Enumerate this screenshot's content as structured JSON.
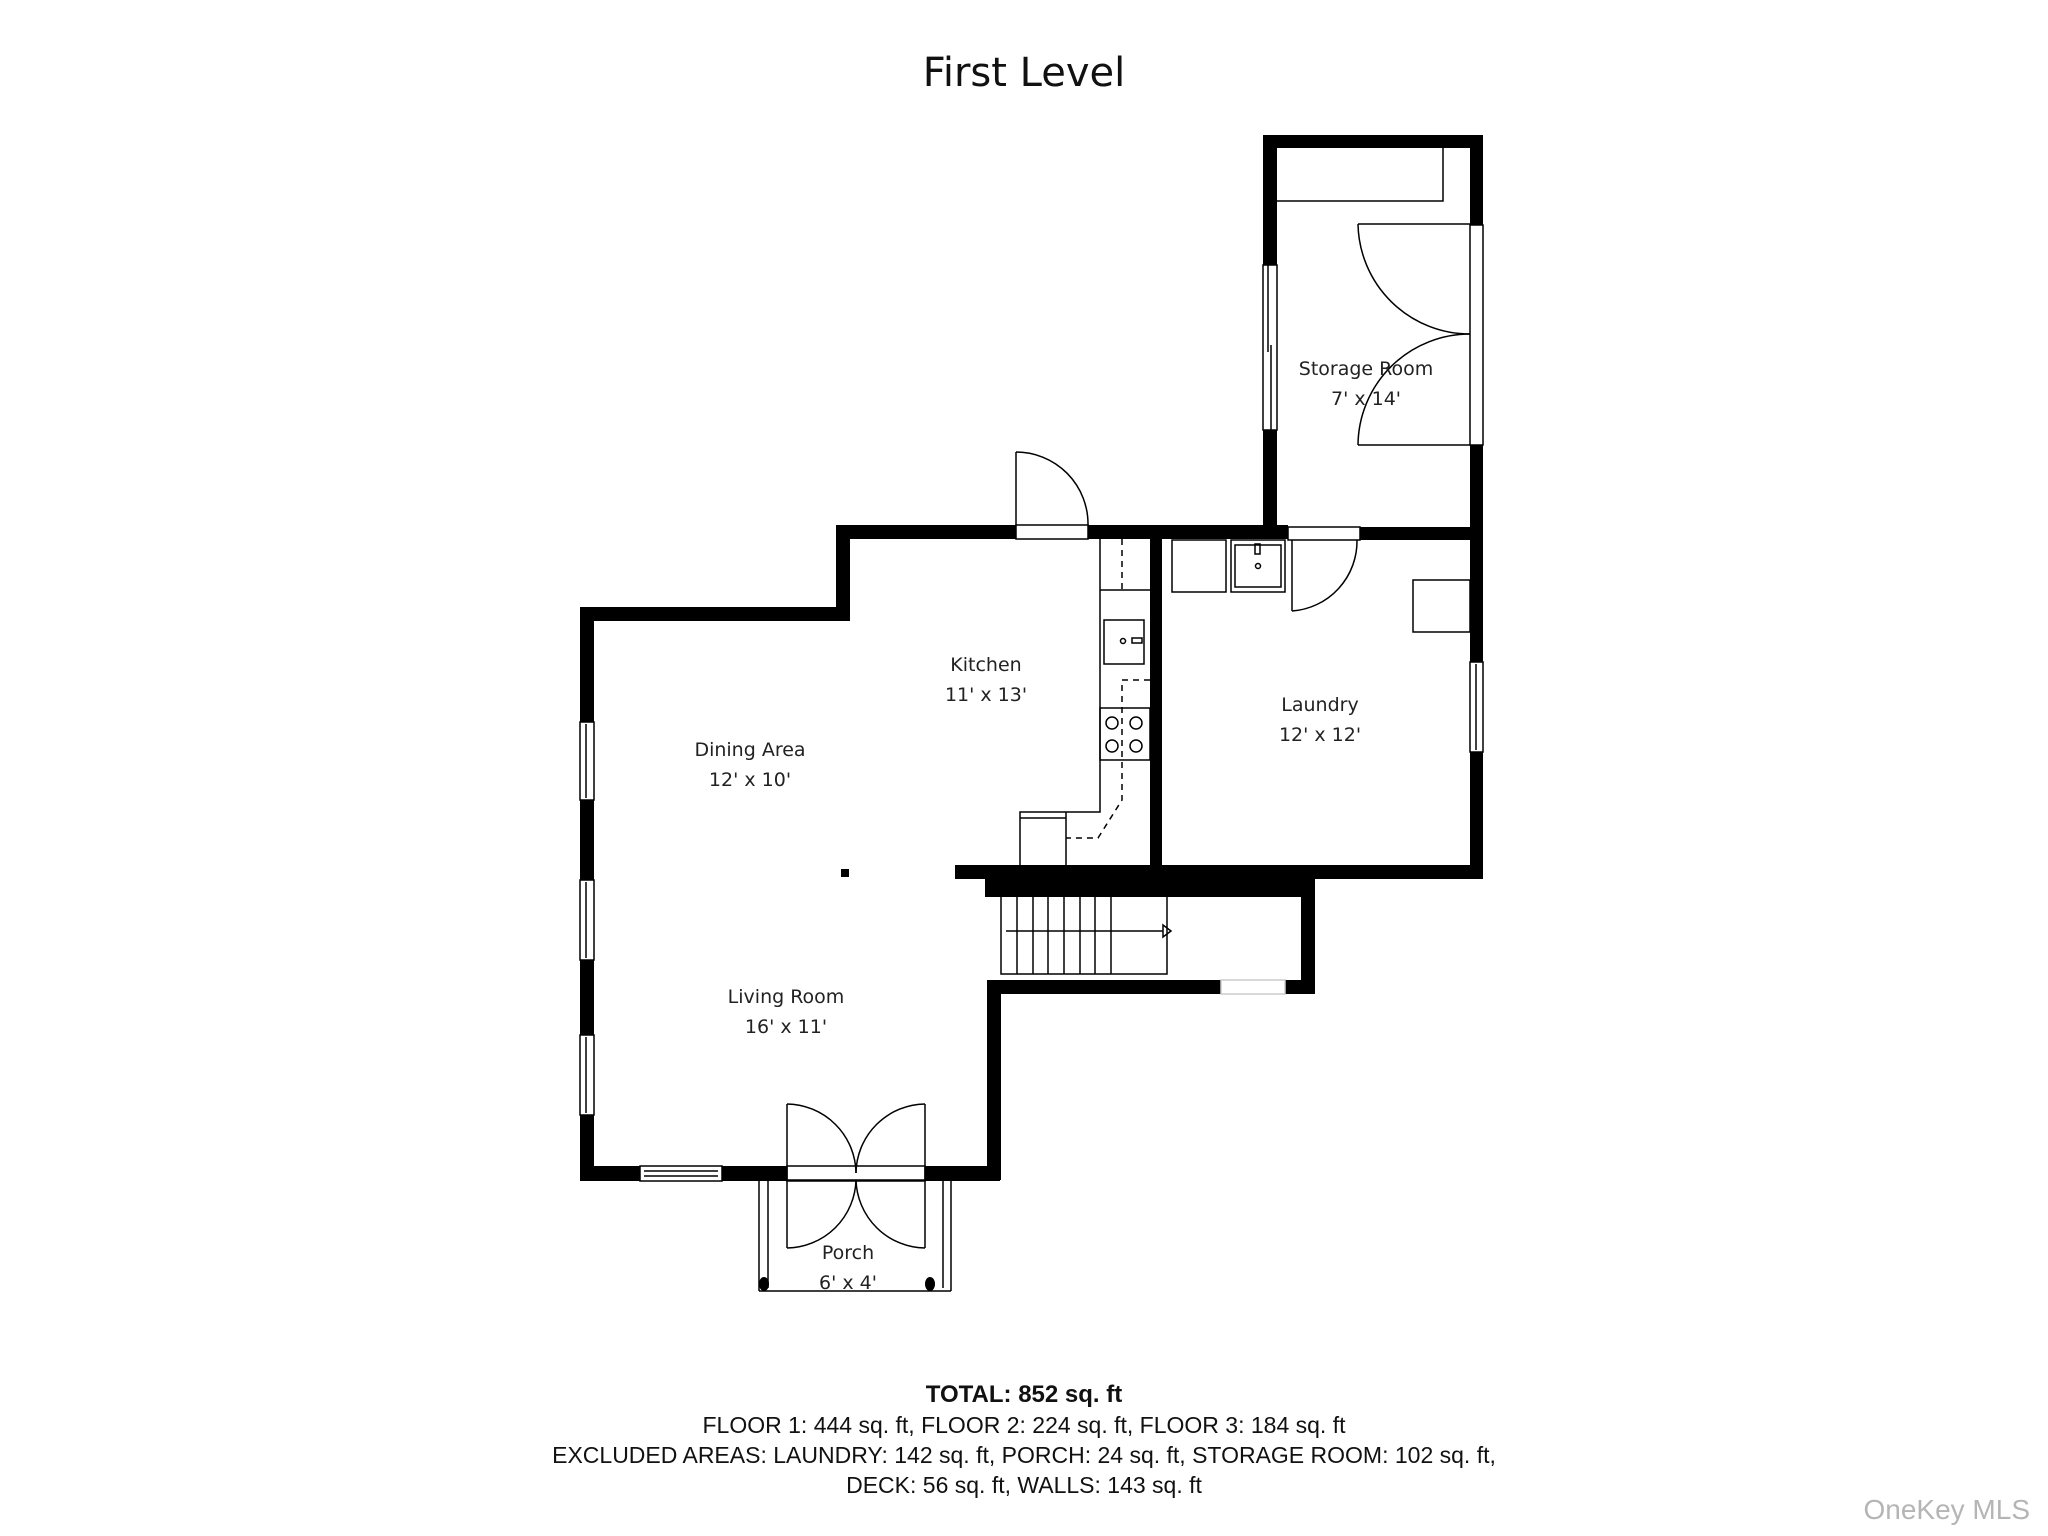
{
  "title": "First Level",
  "rooms": [
    {
      "name": "Storage Room",
      "dims": "7' x 14'"
    },
    {
      "name": "Kitchen",
      "dims": "11' x 13'"
    },
    {
      "name": "Laundry",
      "dims": "12' x 12'"
    },
    {
      "name": "Dining Area",
      "dims": "12' x 10'"
    },
    {
      "name": "Living Room",
      "dims": "16' x 11'"
    },
    {
      "name": "Porch",
      "dims": "6' x 4'"
    }
  ],
  "summary": {
    "total": "TOTAL: 852 sq. ft",
    "floors": "FLOOR 1: 444 sq. ft, FLOOR 2: 224 sq. ft, FLOOR 3: 184 sq. ft",
    "excluded_line1": "EXCLUDED AREAS: LAUNDRY: 142 sq. ft, PORCH: 24 sq. ft, STORAGE ROOM: 102 sq. ft,",
    "excluded_line2": "DECK: 56 sq. ft, WALLS: 143 sq. ft"
  },
  "watermark": "OneKey MLS",
  "colors": {
    "wall": "#000000",
    "background": "#ffffff",
    "watermark": "#b5b5b5"
  }
}
